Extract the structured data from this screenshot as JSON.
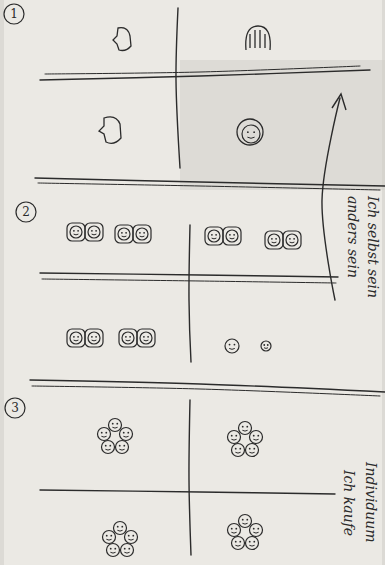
{
  "diagram": {
    "labels": [
      "1",
      "2",
      "3",
      "anders sein",
      "Ich selbst sein",
      "Ich kaufe",
      "Individuum"
    ]
  }
}
